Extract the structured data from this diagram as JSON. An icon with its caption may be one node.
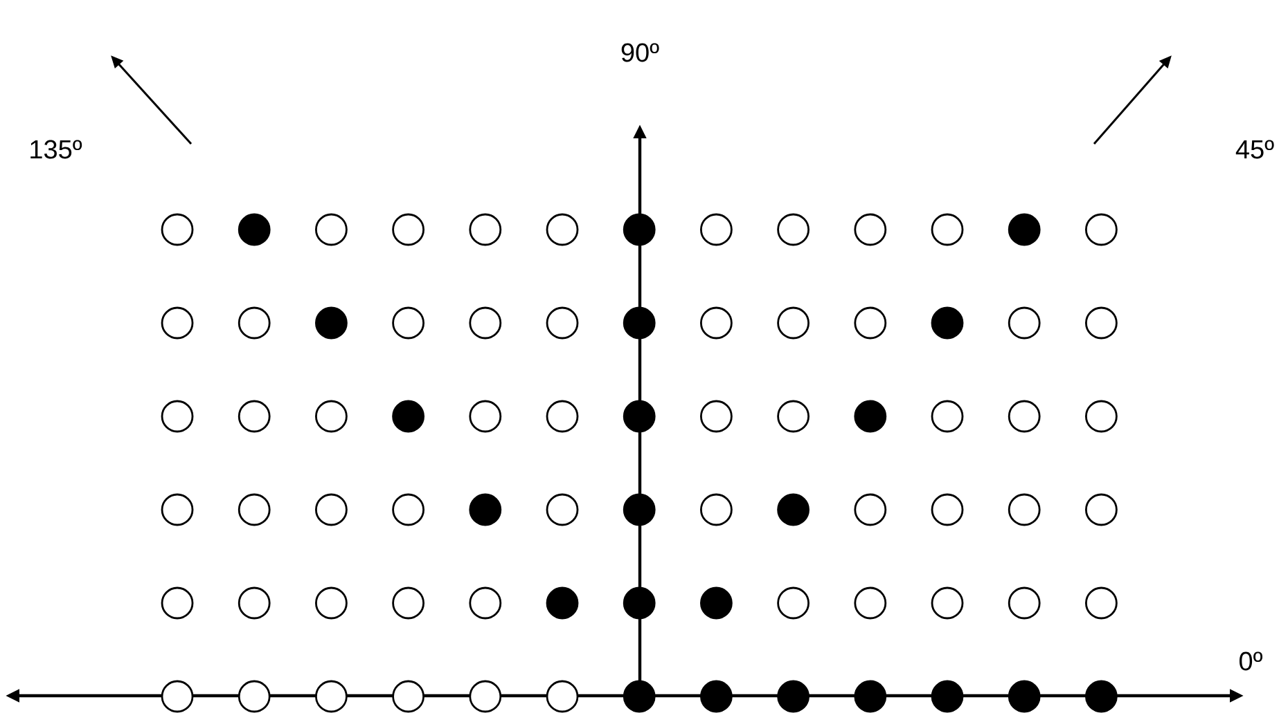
{
  "diagram": {
    "labels": [
      "90º",
      "135º",
      "45º",
      "0º"
    ]
  }
}
